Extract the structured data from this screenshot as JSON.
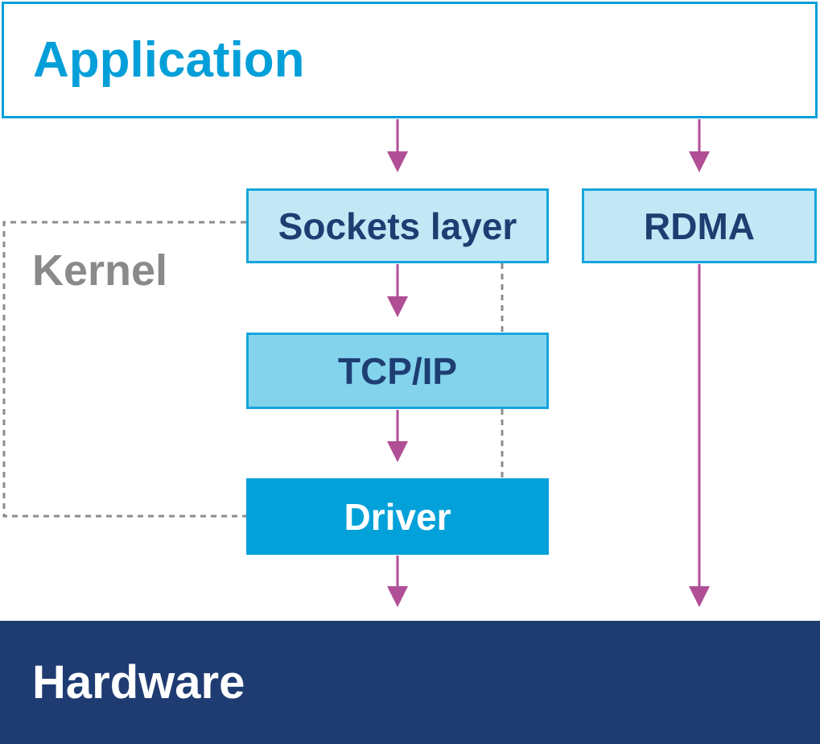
{
  "layers": {
    "application": "Application",
    "sockets": "Sockets layer",
    "rdma": "RDMA",
    "tcpip": "TCP/IP",
    "driver": "Driver",
    "hardware": "Hardware",
    "kernel": "Kernel"
  },
  "colors": {
    "accent_blue": "#039fd9",
    "light_box": "#c2e8f6",
    "mid_box": "#84d3ed",
    "navy": "#1f3c72",
    "arrow": "#b04f95",
    "kernel_gray": "#8a8a8a"
  }
}
